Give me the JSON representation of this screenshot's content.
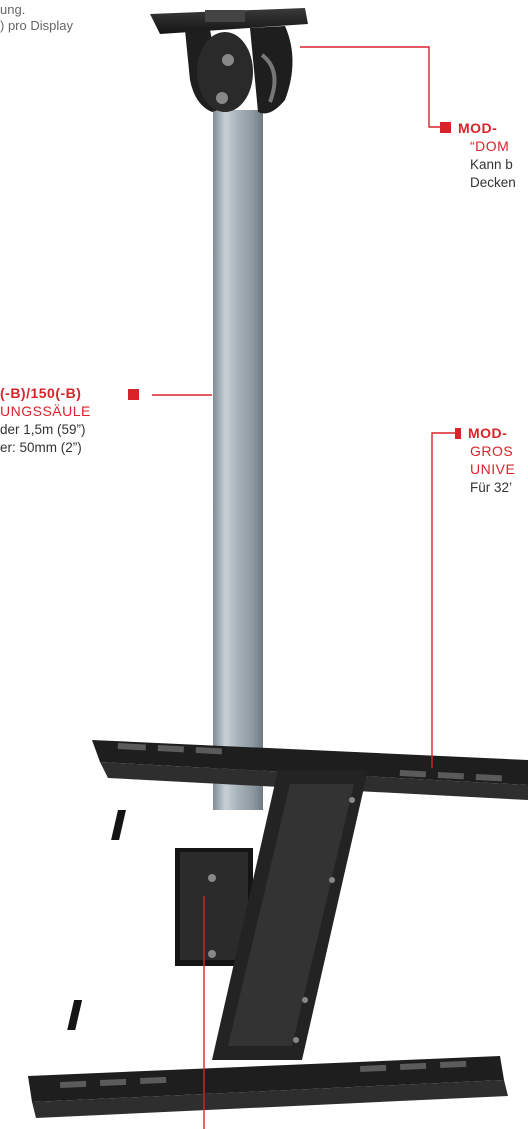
{
  "top_note": {
    "line1": "ung.",
    "line2": ") pro Display"
  },
  "callout_ceiling": {
    "title": "MOD-",
    "subtitle": "“DOM",
    "desc1": "Kann b",
    "desc2": "Decken"
  },
  "callout_column": {
    "title": "(-B)/150(-B)",
    "subtitle": "UNGSSÄULE",
    "desc1": "der 1,5m (59”)",
    "desc2": "er: 50mm (2”)"
  },
  "callout_adapter": {
    "title": "MOD-",
    "subtitle1": "GROS",
    "subtitle2": "UNIVE",
    "desc1": "Für 32’"
  },
  "colors": {
    "accent_red": "#d8232a",
    "pole_steel": "#a9b4bc",
    "bracket_black": "#1e1e1e"
  }
}
